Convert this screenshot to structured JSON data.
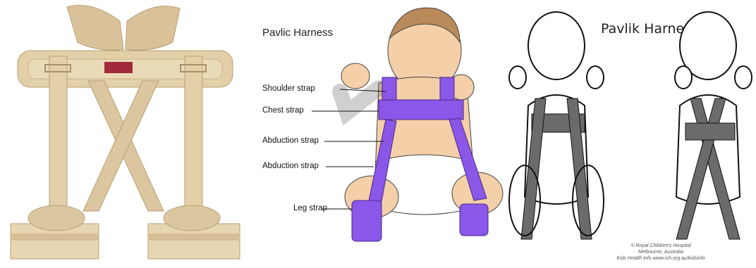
{
  "panels": {
    "photo": {
      "brand_logo": "red-brand-label"
    },
    "diagram": {
      "title": "Pavlic Harness",
      "labels": [
        "Shoulder strap",
        "Chest strap",
        "Abduction strap",
        "Abduction strap",
        "Leg strap"
      ]
    },
    "lineart": {
      "title": "Pavlik Harness",
      "credit_lines": [
        "© Royal Children's Hospital",
        "Melbourne, Australia",
        "Kids Health Info www.rch.org.au/kidsinfo"
      ]
    }
  },
  "colors": {
    "beige_strap": "#e3cfa8",
    "beige_dark": "#c9b186",
    "purple_strap": "#8a57e8",
    "skin": "#f4cfa8",
    "grey_strap": "#6b6b6b"
  }
}
